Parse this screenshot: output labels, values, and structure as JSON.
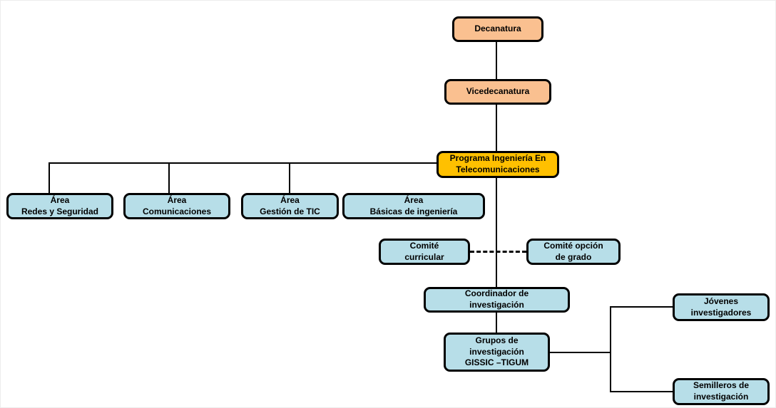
{
  "diagram": {
    "type": "org-chart",
    "palette": {
      "level1_fill": "#FAC090",
      "program_fill": "#FFC000",
      "unit_fill": "#B7DEE8",
      "line_color": "#000000"
    },
    "nodes": {
      "decanatura": {
        "label": "Decanatura"
      },
      "vicedecanatura": {
        "label": "Vicedecanatura"
      },
      "programa": {
        "label": "Programa Ingeniería En\nTelecomunicaciones"
      },
      "area_redes": {
        "label": "Área\nRedes y Seguridad"
      },
      "area_comunicaciones": {
        "label": "Área\nComunicaciones"
      },
      "area_gestion": {
        "label": "Área\nGestión de TIC"
      },
      "area_basicas": {
        "label": "Área\nBásicas de ingeniería"
      },
      "comite_curricular": {
        "label": "Comité\ncurricular"
      },
      "comite_opcion": {
        "label": "Comité opción\nde grado"
      },
      "coordinador": {
        "label": "Coordinador de\ninvestigación"
      },
      "grupos": {
        "label": "Grupos de\ninvestigación\nGISSIC –TIGUM"
      },
      "jovenes": {
        "label": "Jóvenes\ninvestigadores"
      },
      "semilleros": {
        "label": "Semilleros de\ninvestigación"
      }
    }
  }
}
